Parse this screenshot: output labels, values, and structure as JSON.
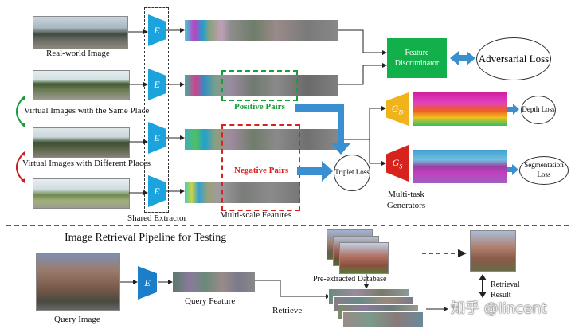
{
  "training": {
    "real_world_label": "Real-world Image",
    "same_place_label": "Virtual Images with the Same Place",
    "different_places_label": "Virtual Images with Different Places",
    "shared_extractor_label": "Shared Extractor",
    "multiscale_label": "Multi-scale Features",
    "encoder_symbol": "E",
    "feature_discriminator_label": "Feature Discriminator",
    "adversarial_loss_label": "Adversarial Loss",
    "positive_pairs_label": "Positive Pairs",
    "negative_pairs_label": "Negative Pairs",
    "triplet_loss_label": "Triplet Loss",
    "gd_symbol": "G",
    "gd_subscript": "D",
    "gs_symbol": "G",
    "gs_subscript": "S",
    "depth_loss_label": "Depth Loss",
    "segmentation_loss_label": "Segmentation Loss",
    "multitask_label": "Multi-task Generators"
  },
  "testing": {
    "title": "Image Retrieval Pipeline for Testing",
    "query_image_label": "Query Image",
    "query_feature_label": "Query Feature",
    "retrieve_label": "Retrieve",
    "database_label": "Pre-extracted Database",
    "retrieval_result_label": "Retrieval Result"
  },
  "watermark": "知乎 @lincent",
  "colors": {
    "encoder": "#1aa3dc",
    "discriminator": "#12b04a",
    "positive": "#1a9e3a",
    "negative": "#d8231c",
    "arrow": "#3a8fd0",
    "gd": "#f0b31a",
    "gs": "#d8231c"
  }
}
